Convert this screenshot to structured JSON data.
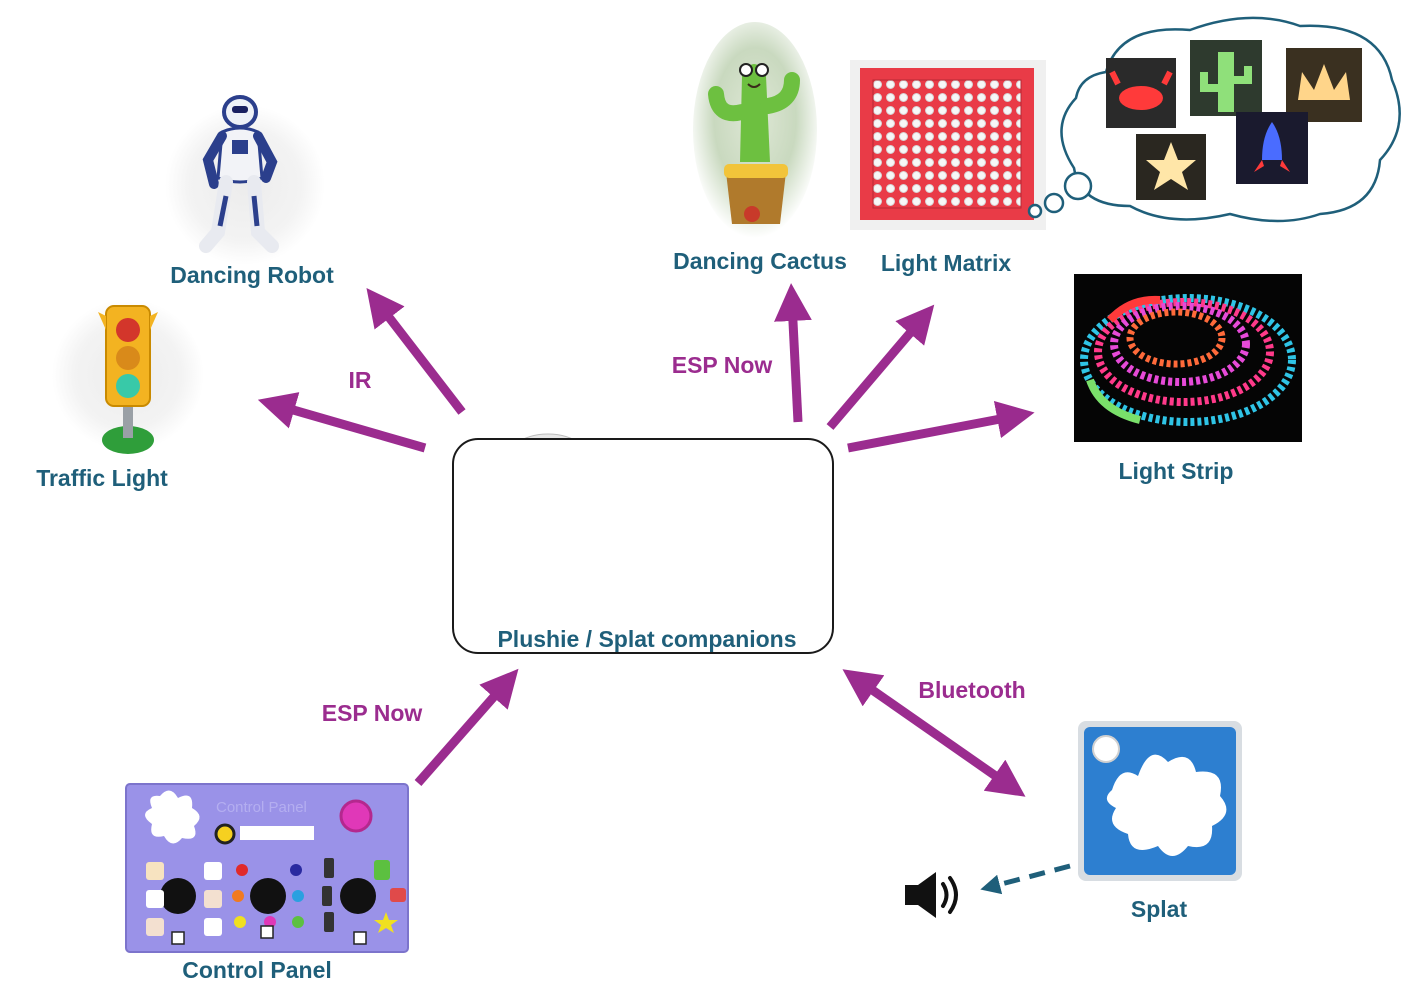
{
  "colors": {
    "node_label": "#1f5f7a",
    "link_label": "#9b2c8f",
    "arrow": "#9b2c8f",
    "dashed_arrow": "#1f5f7a"
  },
  "center": {
    "label": "Plushie / Splat companions"
  },
  "nodes": {
    "dancing_robot": "Dancing Robot",
    "traffic_light": "Traffic Light",
    "dancing_cactus": "Dancing Cactus",
    "light_matrix": "Light Matrix",
    "light_strip": "Light Strip",
    "control_panel": "Control Panel",
    "splat": "Splat",
    "control_panel_faint_text": "Control Panel"
  },
  "links": {
    "ir": "IR",
    "esp_now_top": "ESP Now",
    "esp_now_bottom": "ESP Now",
    "bluetooth": "Bluetooth"
  },
  "icons": [
    "robot-image",
    "traffic-light-image",
    "cactus-image",
    "light-matrix-image",
    "thought-cloud",
    "light-strip-image",
    "plushie-elephant-image",
    "splat-device-image",
    "control-panel-image",
    "splat-pad-image",
    "speaker-icon"
  ]
}
